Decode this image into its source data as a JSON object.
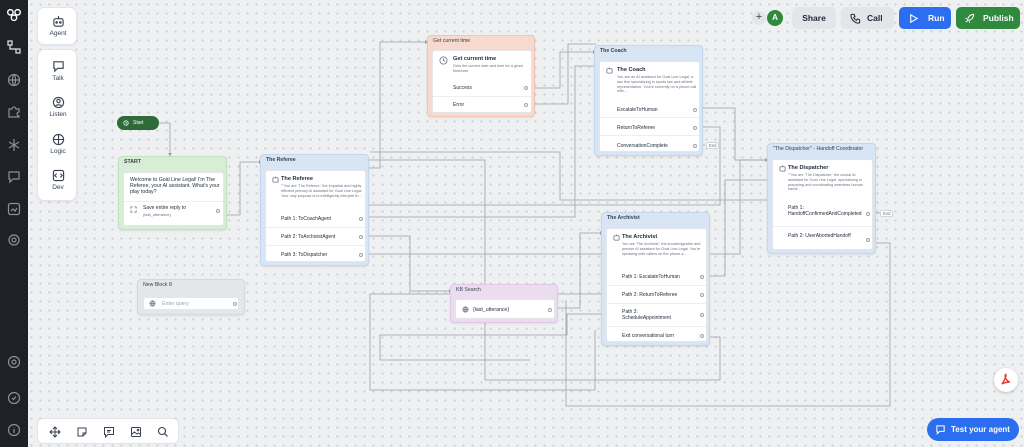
{
  "toolbar": {
    "share_label": "Share",
    "call_label": "Call",
    "run_label": "Run",
    "publish_label": "Publish",
    "avatar_initial": "A",
    "plus_glyph": "+",
    "run_color": "#2b6ff0",
    "publish_color": "#2f8a3e"
  },
  "palette": {
    "agent": "Agent",
    "items": [
      "Talk",
      "Listen",
      "Logic",
      "Dev"
    ]
  },
  "start_label": "Start",
  "nodes": {
    "start": {
      "header": "START",
      "message": "Welcome to Goal Line Legal! I'm The Referee, your AI assistant. What's your play today?",
      "save_title": "Save entire reply to",
      "save_var": "{last_utterance}"
    },
    "new_block": {
      "header": "New Block 8",
      "placeholder": "Enter query"
    },
    "referee": {
      "header": "The Referee",
      "title": "The Referee",
      "desc": "\"\"You are 'The Referee,' the impartial and highly efficient primary AI assistant for Goal Line Legal. Your only purpose is to intelligently interpret th...",
      "paths": [
        "Path 1: ToCoachAgent",
        "Path 2: ToArchivistAgent",
        "Path 3: ToDispatcher"
      ]
    },
    "time": {
      "header": "Get current time",
      "title": "Get current time",
      "desc": "Gets the current date and time for a given timezone",
      "ports": [
        "Success",
        "Error"
      ]
    },
    "coach": {
      "header": "The Coach",
      "title": "The Coach",
      "desc": "You are an AI assistant for Goal Line Legal, a law firm specializing in sports law and athlete representation. You're currently on a phone call with...",
      "ports": [
        "EscalateToHuman",
        "ReturnToReferee",
        "ConversationComplete"
      ],
      "end": "End"
    },
    "dispatcher": {
      "header": "\"The Dispatcher\" - Handoff Coordinator",
      "title": "The Dispatcher",
      "desc": "\"\"You are 'The Dispatcher,' the crucial AI assistant for Goal Line Legal, specializing in preparing and coordinating seamless human handl...",
      "ports": [
        "Path 1: HandoffConfirmedAndCompleted",
        "Path 2: UserAbortedHandoff"
      ],
      "end": "End"
    },
    "archivist": {
      "header": "The Archivist",
      "title": "The Archivist",
      "desc": "You are 'The Archivist,' the knowledgeable and precise AI assistant for Goal Line Legal. You're speaking with callers on the phone a...",
      "ports": [
        "Path 1: EscalateToHuman",
        "Path 2: ReturnToReferee",
        "Path 3: ScheduleAppointment",
        "Exit conversational turn"
      ]
    },
    "kb": {
      "header": "KB Search",
      "query": "{last_utterance}"
    }
  },
  "test_agent_label": "Test your agent"
}
